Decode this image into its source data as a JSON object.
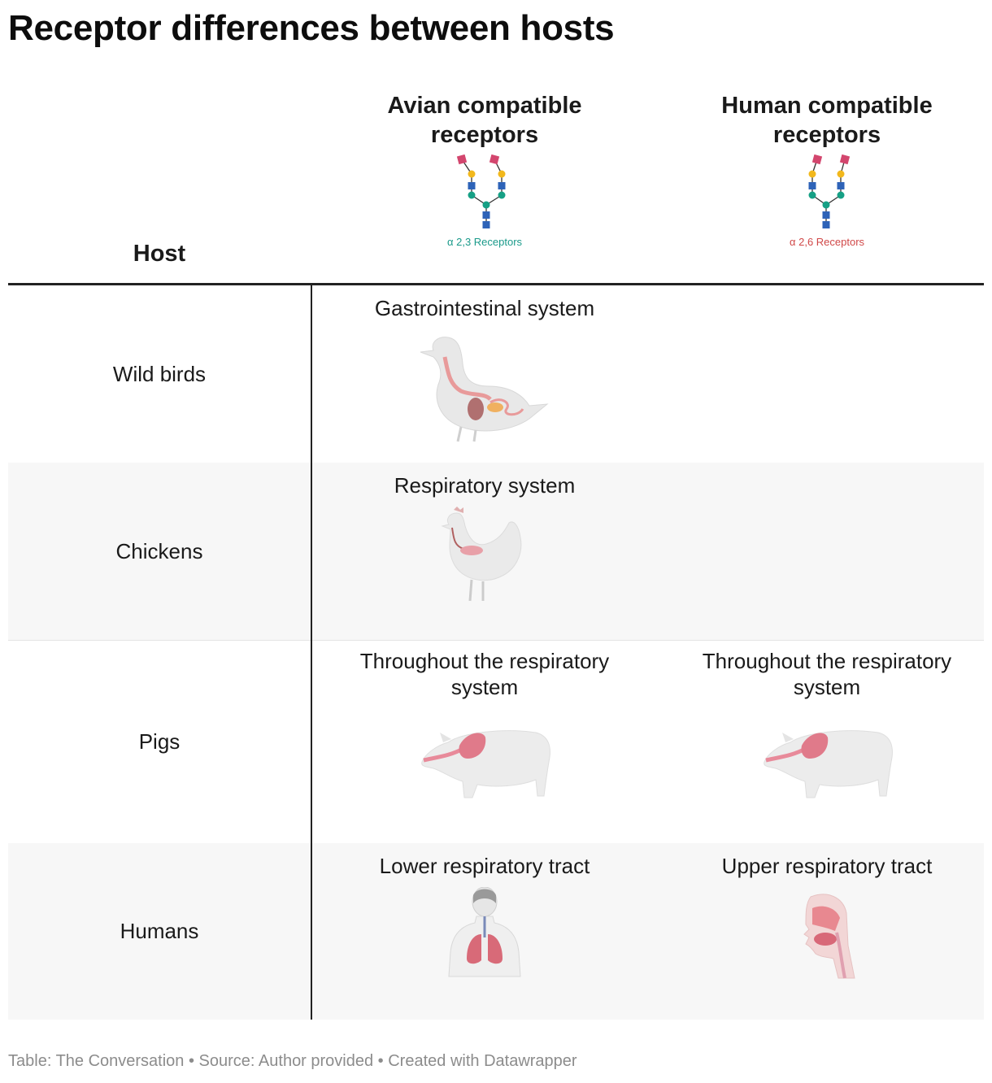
{
  "title": "Receptor differences between hosts",
  "header": {
    "host": "Host",
    "avian": {
      "label_line1": "Avian compatible",
      "label_line2": "receptors",
      "receptor_type": "α 2,3 Receptors",
      "receptor_color": "#1a9a8a"
    },
    "human": {
      "label_line1": "Human compatible",
      "label_line2": "receptors",
      "receptor_type": "α 2,6 Receptors",
      "receptor_color": "#d04848"
    }
  },
  "rows": [
    {
      "host": "Wild birds",
      "avian": "Gastrointestinal system",
      "human": "",
      "avian_icon": "duck-icon"
    },
    {
      "host": "Chickens",
      "avian": "Respiratory system",
      "human": "",
      "avian_icon": "chicken-icon"
    },
    {
      "host": "Pigs",
      "avian_line1": "Throughout the respiratory",
      "avian_line2": "system",
      "human_line1": "Throughout the respiratory",
      "human_line2": "system",
      "avian_icon": "pig-icon",
      "human_icon": "pig-icon"
    },
    {
      "host": "Humans",
      "avian": "Lower respiratory tract",
      "human": "Upper respiratory tract",
      "avian_icon": "human-lungs-icon",
      "human_icon": "human-head-icon"
    }
  ],
  "footer": "Table: The Conversation • Source: Author provided • Created with Datawrapper"
}
